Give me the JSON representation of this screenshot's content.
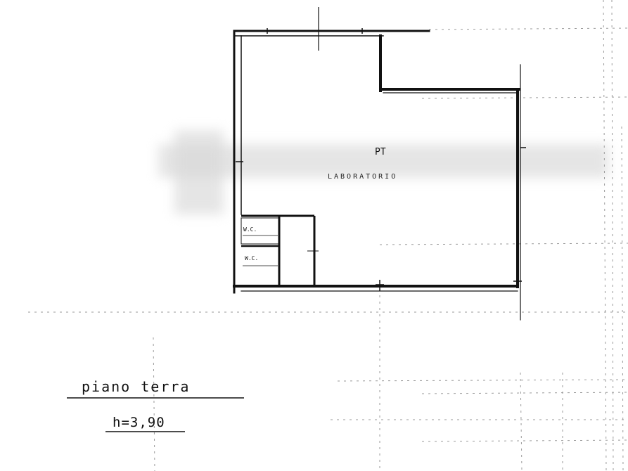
{
  "floor_plan": {
    "floor_name": "piano terra",
    "height": "h=3,90",
    "room_label": "LABORATORIO",
    "room_marker": "PT",
    "wc_labels": [
      "W.C.",
      "W.C."
    ]
  },
  "colors": {
    "wall": "#111111",
    "grid_line": "#9a9a9a",
    "redaction": "#d8d8d8"
  }
}
